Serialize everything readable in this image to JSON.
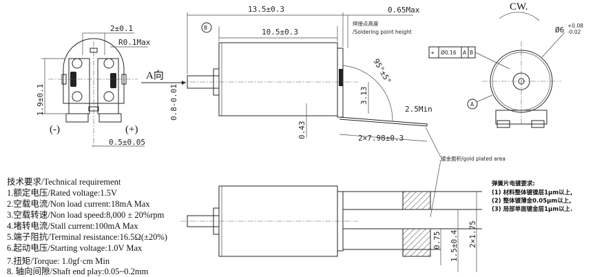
{
  "end_view": {
    "dim_width": "2±0.1",
    "dim_radius": "R0.1Max",
    "dim_height": "1.9±0.1",
    "neg_label": "(-)",
    "pos_label": "(+)",
    "dim_terminal": "0.5±0.05"
  },
  "direction_label": "A向",
  "side_view": {
    "dim_overall": "13.5±0.3",
    "dim_body": "10.5±0.3",
    "dim_solder": "0.65Max",
    "solder_cn": "焊接点高度",
    "solder_en": "/Soldering point height",
    "datum_b": "B",
    "dim_shaft": "0.8-0.01",
    "angle": "95°±5°",
    "dim_313": "3.13",
    "dim_25": "2.5Min",
    "dim_043": "0.43",
    "dim_terminal_len": "2×7.98±0.3",
    "gold_area": "镀金面积/gold plated area"
  },
  "front_view": {
    "rotation": "CW.",
    "diameter": "Ø6",
    "tol_upper": "+0.08",
    "tol_lower": "-0.02",
    "fcf_symbol": "⌖",
    "fcf_value": "Ø0.16",
    "fcf_a": "A",
    "fcf_b": "B",
    "datum_a": "A"
  },
  "bottom_view": {
    "dim_075": "0.75",
    "dim_15": "1.5±0.4",
    "dim_175": "2×1.75"
  },
  "requirements": {
    "title": "技术要求/Technical requirement",
    "items": [
      "1.额定电压/Rated voltage:1.5V",
      "2.空载电流/Non load current:18mA Max",
      "3.空载转速/Non load speed:8,000 ± 20%rpm",
      "4.堵转电流/Stall current:100mA Max",
      "5.端子阻抗/Terminal resistance:16.5Ω(±20%)",
      "6.起动电压/Starting voltage:1.0V  Max",
      "7.扭矩/Torque:  1.0gf·cm  Min",
      "8. 轴向间隙/Shaft end play:0.05~0.2mm"
    ]
  },
  "plating_notes": {
    "title": "弹簧片电镀要求:",
    "items": [
      "(1) 材料整体镀镍层1μm以上,",
      "(2) 整体镀薄金0.05μm以上,",
      "(3) 局部单面镀金层1μm以上."
    ]
  }
}
